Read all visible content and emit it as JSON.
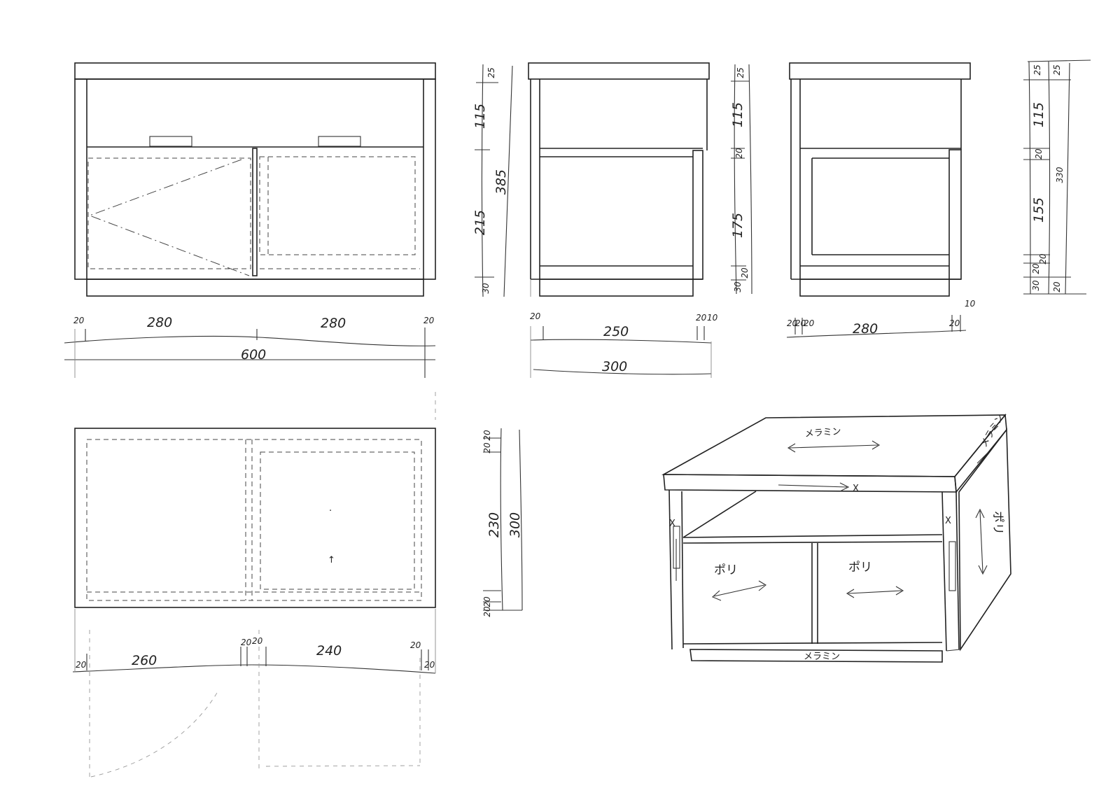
{
  "front_width": {
    "labels": [
      "20",
      "280",
      "280",
      "20"
    ],
    "total": "600"
  },
  "front_height": {
    "labels": [
      "25",
      "115",
      "215",
      "30"
    ],
    "total": "385"
  },
  "side1_height": {
    "labels": [
      "25",
      "115",
      "20",
      "175",
      "30",
      "20"
    ]
  },
  "side1_width": {
    "labels": [
      "20",
      "250",
      "20",
      "10"
    ],
    "total": "300"
  },
  "side2_width": {
    "labels": [
      "20",
      "20",
      "20",
      "280",
      "20",
      "10"
    ]
  },
  "side2_height": {
    "labels": [
      "25",
      "25",
      "115",
      "20",
      "330",
      "155",
      "30",
      "20",
      "20",
      "20"
    ]
  },
  "plan_depth": {
    "labels": [
      "20",
      "20",
      "230",
      "300",
      "20",
      "20"
    ]
  },
  "plan_width": {
    "labels": [
      "20",
      "260",
      "20",
      "20",
      "240",
      "20",
      "20"
    ]
  },
  "iso_labels": {
    "top_grain": "メラミン",
    "top_front": "メラミン",
    "door_left": "ポリ",
    "door_right": "ポリ",
    "side": "ポリ",
    "bottom": "メラミン",
    "x_top": "X",
    "x_left": "X",
    "x_right": "X"
  }
}
